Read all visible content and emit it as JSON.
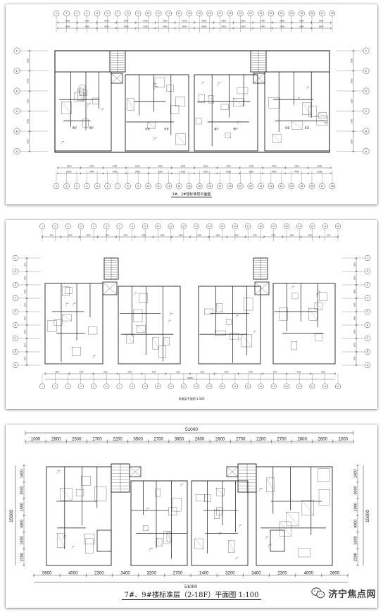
{
  "sheet1": {
    "caption": "1#、2#楼标准层平面图",
    "top_dims": [
      "2900",
      "2600",
      "2600",
      "2450",
      "2250",
      "3050",
      "3000",
      "3000",
      "3350",
      "2250",
      "2450",
      "2600",
      "2600",
      "2900"
    ],
    "bottom_dims": [
      "3600",
      "4400",
      "3400",
      "2450",
      "4250",
      "3000",
      "3000",
      "4250",
      "2450",
      "3400",
      "4400",
      "3600"
    ],
    "axis_letters": [
      "F",
      "E",
      "D",
      "C",
      "B",
      "A"
    ],
    "col_numbers": [
      "1",
      "2",
      "3",
      "4",
      "5",
      "6",
      "7",
      "8",
      "9",
      "10",
      "11",
      "12",
      "13",
      "14",
      "15",
      "16",
      "17",
      "18",
      "19",
      "20",
      "21",
      "22",
      "23",
      "24",
      "25",
      "26",
      "27",
      "28"
    ],
    "room_labels": [
      "客厅",
      "餐厅",
      "卧室",
      "卧室",
      "客厅",
      "餐厅",
      "卧室",
      "卧室"
    ]
  },
  "sheet2": {
    "caption": "标准层平面图 1:100",
    "total": "43600",
    "top_dims": [
      "900",
      "2900",
      "2650",
      "1750",
      "2700",
      "2300",
      "1800",
      "2950",
      "2950",
      "1800",
      "2300",
      "2700",
      "1750",
      "2650",
      "2900",
      "900"
    ],
    "bottom_dims": [
      "3600",
      "4000",
      "3300",
      "2400",
      "4000",
      "3300",
      "3300",
      "4000",
      "2400",
      "3300",
      "4000",
      "3600"
    ],
    "axis_letters": [
      "J",
      "H",
      "G",
      "F",
      "E",
      "D",
      "C",
      "B",
      "A"
    ],
    "col_numbers": [
      "1",
      "2",
      "3",
      "4",
      "5",
      "6",
      "7",
      "8",
      "9",
      "10",
      "11",
      "12",
      "13",
      "14",
      "15",
      "16",
      "17",
      "18",
      "19",
      "20",
      "21",
      "22",
      "23",
      "24"
    ]
  },
  "sheet3": {
    "caption": "7#、9#楼标准层（2-18F）平面图 1:100",
    "total_top": "51000",
    "total_bottom": "51000",
    "top_dims": [
      "1000",
      "2600",
      "2600",
      "2700",
      "2200",
      "5500",
      "2700",
      "3600",
      "2600",
      "2600",
      "2700",
      "2200",
      "2700",
      "2600",
      "2600",
      "1000"
    ],
    "bottom_dims": [
      "3600",
      "4000",
      "2300",
      "3400",
      "3200",
      "2700",
      "1400",
      "3200",
      "3400",
      "2300",
      "4000",
      "3600"
    ],
    "left_total": "15600",
    "right_total": "15600",
    "left_dims": [
      "1600",
      "3000",
      "1800",
      "4800",
      "1800",
      "2200"
    ],
    "right_dims": [
      "1600",
      "3000",
      "1800",
      "4800",
      "1800",
      "2200"
    ]
  },
  "watermark": {
    "text": "济宁焦点网",
    "logo": "wechat-logo-icon"
  }
}
